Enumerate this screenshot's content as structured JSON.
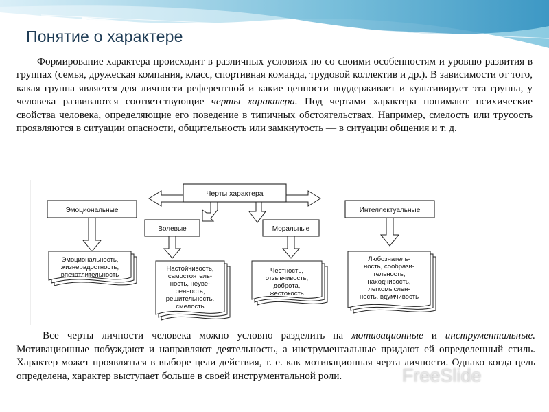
{
  "slide": {
    "title": "Понятие о характере"
  },
  "paragraph1": {
    "text_a": "Формирование характера происходит в различных условиях но со своими особенностям и уровню развития в группах (семья, дружеская компания, класс, спортивная команда, трудовой коллектив и др.). В зависимости от того, какая группа является для личности референтной и какие ценности поддерживает и культивирует эта группа, у человека развиваются соответствующие ",
    "text_italic": "черты характера.",
    "text_b": " Под чертами характера понимают психические свойства человека, определяющие его поведение в типичных обстоятельствах. Например, смелость или трусость проявляются в ситуации опасности, общительность или замкнутость — в ситуации общения и т. д."
  },
  "diagram": {
    "root": "Черты характера",
    "categories": [
      "Эмоциональные",
      "Волевые",
      "Моральные",
      "Интеллектуальные"
    ],
    "emotional_traits": [
      "Эмоциональность,",
      "жизнерадостность,",
      "впечатлительность"
    ],
    "volitional_traits": [
      "Настойчивость,",
      "самостоятель-",
      "ность, неуве-",
      "ренность,",
      "решительность,",
      "смелость"
    ],
    "moral_traits": [
      "Честность,",
      "отзывчивость,",
      "доброта,",
      "жестокость"
    ],
    "intellectual_traits": [
      "Любознатель-",
      "ность, сообрази-",
      "тельность,",
      "находчивость,",
      "легкомыслен-",
      "ность, вдумчивость"
    ]
  },
  "paragraph2": {
    "text_a": "Все черты личности человека можно условно разделить на ",
    "italic_1": "мотивационные",
    "text_b": " и ",
    "italic_2": "инструментальные.",
    "text_c": " Мотивационные побуждают и направляют деятельность, а инструментальные придают ей определенный стиль. Характер может проявляться в выборе цели действия, т. е. как мотивационная черта личности. Однако когда цель определена, характер выступает больше в своей инструментальной роли."
  },
  "watermark": {
    "text": "FreeSlide"
  },
  "colors": {
    "title": "#1f3c55",
    "header_wave_light": "#cfe9f4",
    "header_wave_mid": "#7fc3dc",
    "header_wave_dark": "#3c9dc4"
  }
}
